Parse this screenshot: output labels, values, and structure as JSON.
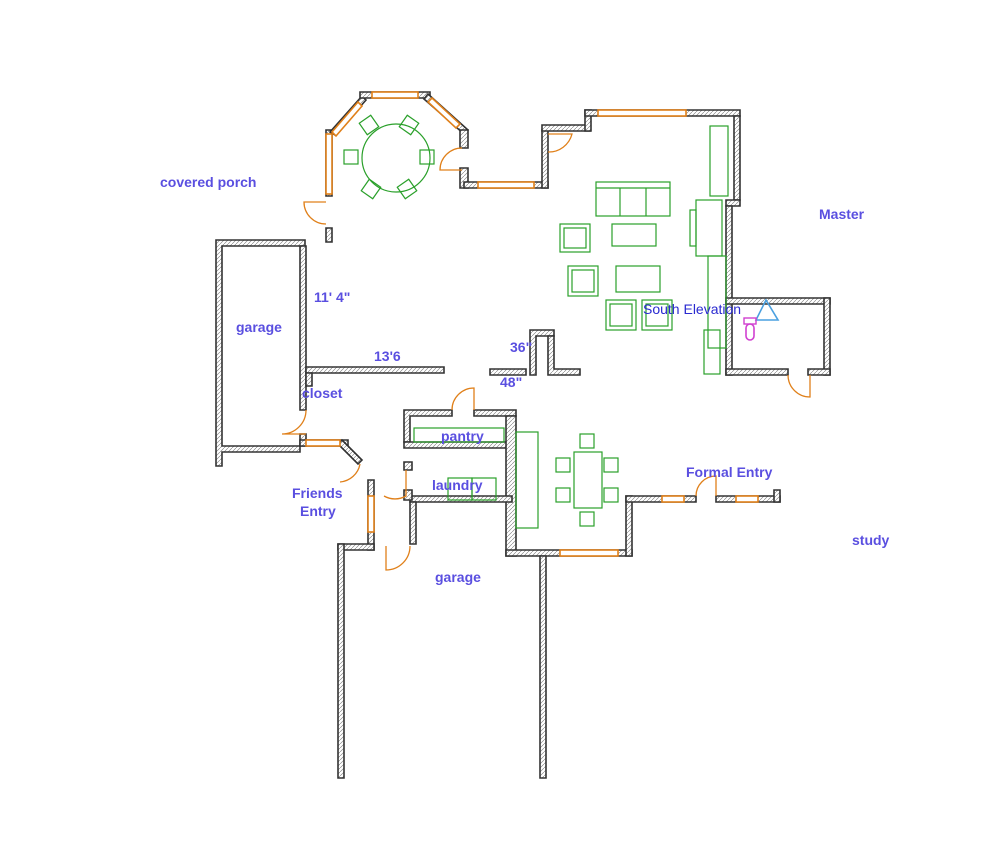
{
  "rooms": {
    "covered_porch": "covered porch",
    "master": "Master",
    "garage_left": "garage",
    "closet": "closet",
    "pantry": "pantry",
    "laundry": "laundry",
    "friends_entry_line1": "Friends",
    "friends_entry_line2": "Entry",
    "garage_bottom": "garage",
    "formal_entry": "Formal Entry",
    "study": "study"
  },
  "dimensions": {
    "d1": "11' 4\"",
    "d2": "13'6",
    "d3": "36\"",
    "d4": "48\""
  },
  "markers": {
    "south_elevation": "South Elevation"
  },
  "colors": {
    "label": "#5a4fe0",
    "wall": "#333333",
    "window": "#e0801a",
    "furniture": "#2aa02a",
    "elevation_marker": "#4aa0e0",
    "elevation_marker_accent": "#d040d0"
  }
}
